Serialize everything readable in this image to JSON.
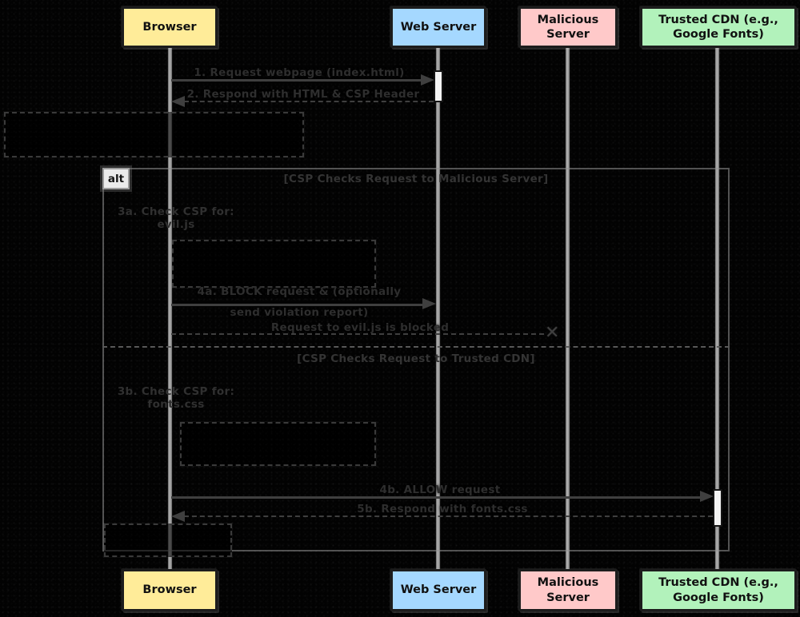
{
  "diagram_type": "sequence-diagram",
  "theme": {
    "background": "#020202",
    "lifeline_color": "#8f8f8f",
    "arrow_color": "#3f3f3f",
    "activation_color": "#f4f4f4"
  },
  "actors": [
    {
      "id": "browser",
      "name": "Browser",
      "color": "#ffec99"
    },
    {
      "id": "web-server",
      "name": "Web Server",
      "color": "#a5d8ff"
    },
    {
      "id": "malicious-server",
      "name": "Malicious Server",
      "color": "#ffc9c9"
    },
    {
      "id": "trusted-cdn",
      "name": "Trusted CDN (e.g., Google Fonts)",
      "color": "#b2f2bb"
    }
  ],
  "messages": {
    "request_webpage": "1. Request webpage (index.html)",
    "respond_html_csp": "2. Respond with HTML & CSP Header",
    "block_line1": "4a. BLOCK request & (optionally",
    "block_line2": "send violation report)",
    "request_blocked": "Request to evil.js is blocked",
    "allow_request": "4b. ALLOW request",
    "respond_fonts": "5b. Respond with fonts.css"
  },
  "alt": {
    "label": "alt",
    "condition_a": "[CSP Checks Request to Malicious Server]",
    "condition_b": "[CSP Checks Request to Trusted CDN]",
    "check_a_line1": "3a. Check CSP for:",
    "check_a_line2": "evil.js",
    "check_b_line1": "3b. Check CSP for:",
    "check_b_line2": "fonts.css"
  },
  "notes": {
    "note_parse": "",
    "note_block_eval": "",
    "note_allow_eval": "",
    "note_result": ""
  }
}
